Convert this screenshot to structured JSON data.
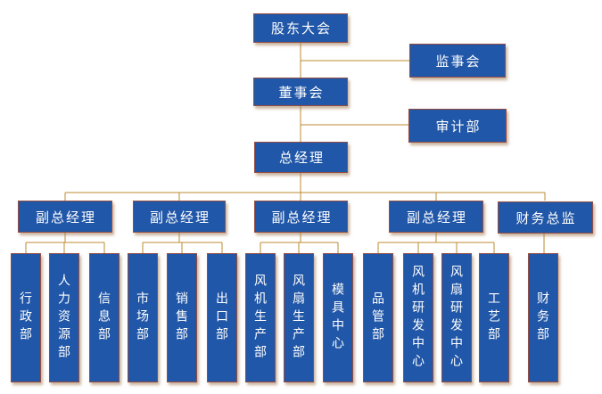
{
  "diagram": {
    "type": "org-chart",
    "colors": {
      "box_fill": "#2157a8",
      "box_border": "#944d42",
      "connector": "#bc8b31",
      "text": "#ffffff"
    },
    "nodes": {
      "shareholders_meeting": {
        "label": "股东大会"
      },
      "supervisory_board": {
        "label": "监事会"
      },
      "board_of_directors": {
        "label": "董事会"
      },
      "audit_department": {
        "label": "审计部"
      },
      "general_manager": {
        "label": "总经理"
      },
      "deputy_gm_1": {
        "label": "副总经理"
      },
      "deputy_gm_2": {
        "label": "副总经理"
      },
      "deputy_gm_3": {
        "label": "副总经理"
      },
      "deputy_gm_4": {
        "label": "副总经理"
      },
      "finance_director": {
        "label": "财务总监"
      },
      "admin_dept": {
        "label": "行政部"
      },
      "hr_dept": {
        "label": "人力资源部"
      },
      "info_dept": {
        "label": "信息部"
      },
      "marketing_dept": {
        "label": "市场部"
      },
      "sales_dept": {
        "label": "销售部"
      },
      "export_dept": {
        "label": "出口部"
      },
      "blower_production_dept": {
        "label": "风机生产部"
      },
      "fan_production_dept": {
        "label": "风扇生产部"
      },
      "mold_center": {
        "label": "模具中心"
      },
      "quality_dept": {
        "label": "品管部"
      },
      "blower_rd_center": {
        "label": "风机研发中心"
      },
      "fan_rd_center": {
        "label": "风扇研发中心"
      },
      "process_dept": {
        "label": "工艺部"
      },
      "finance_dept": {
        "label": "财务部"
      }
    },
    "edges": [
      [
        "shareholders_meeting",
        "supervisory_board"
      ],
      [
        "shareholders_meeting",
        "board_of_directors"
      ],
      [
        "board_of_directors",
        "audit_department"
      ],
      [
        "board_of_directors",
        "general_manager"
      ],
      [
        "general_manager",
        "deputy_gm_1"
      ],
      [
        "general_manager",
        "deputy_gm_2"
      ],
      [
        "general_manager",
        "deputy_gm_3"
      ],
      [
        "general_manager",
        "deputy_gm_4"
      ],
      [
        "general_manager",
        "finance_director"
      ],
      [
        "deputy_gm_1",
        "admin_dept"
      ],
      [
        "deputy_gm_1",
        "hr_dept"
      ],
      [
        "deputy_gm_1",
        "info_dept"
      ],
      [
        "deputy_gm_2",
        "marketing_dept"
      ],
      [
        "deputy_gm_2",
        "sales_dept"
      ],
      [
        "deputy_gm_2",
        "export_dept"
      ],
      [
        "deputy_gm_3",
        "blower_production_dept"
      ],
      [
        "deputy_gm_3",
        "fan_production_dept"
      ],
      [
        "deputy_gm_3",
        "mold_center"
      ],
      [
        "deputy_gm_4",
        "quality_dept"
      ],
      [
        "deputy_gm_4",
        "blower_rd_center"
      ],
      [
        "deputy_gm_4",
        "fan_rd_center"
      ],
      [
        "deputy_gm_4",
        "process_dept"
      ],
      [
        "finance_director",
        "finance_dept"
      ]
    ]
  }
}
